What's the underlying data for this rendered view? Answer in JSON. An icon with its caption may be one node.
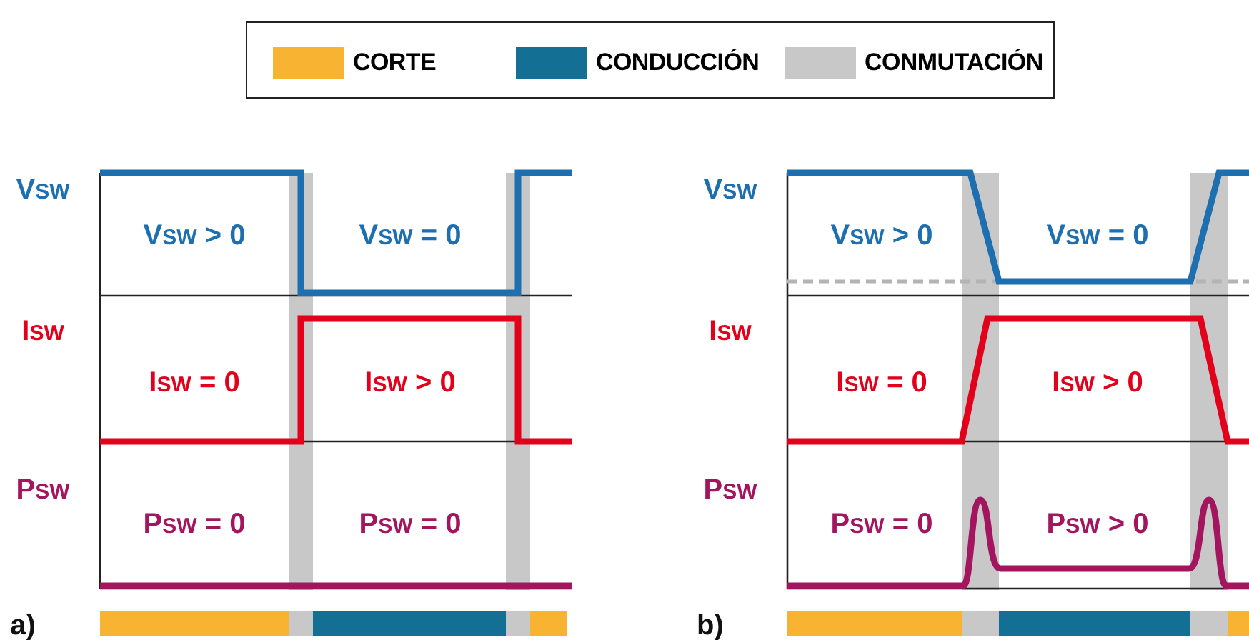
{
  "diagram": {
    "labels": [
      "V$_{SW}$",
      "V$_{SW}$ > 0",
      "V$_{SW}$ = 0",
      "I$_{SW}$",
      "I$_{SW}$ = 0",
      "I$_{SW}$ > 0",
      "P$_{SW}$",
      "P$_{SW}$ = 0",
      "P$_{SW}$ = 0",
      "a)",
      "V$_{SW}$",
      "V$_{SW}$ > 0",
      "V$_{SW}$ = 0",
      "I$_{SW}$",
      "I$_{SW}$ = 0",
      "I$_{SW}$ > 0",
      "P$_{SW}$",
      "P$_{SW}$ = 0",
      "P$_{SW}$ > 0",
      "b)"
    ],
    "legend": [
      {
        "text": "CORTE",
        "color": "#f8b333"
      },
      {
        "text": "CONDUCCIÓN",
        "color": "#146f95"
      },
      {
        "text": "CONMUTACIÓN",
        "color": "#c8c8c8"
      }
    ]
  }
}
